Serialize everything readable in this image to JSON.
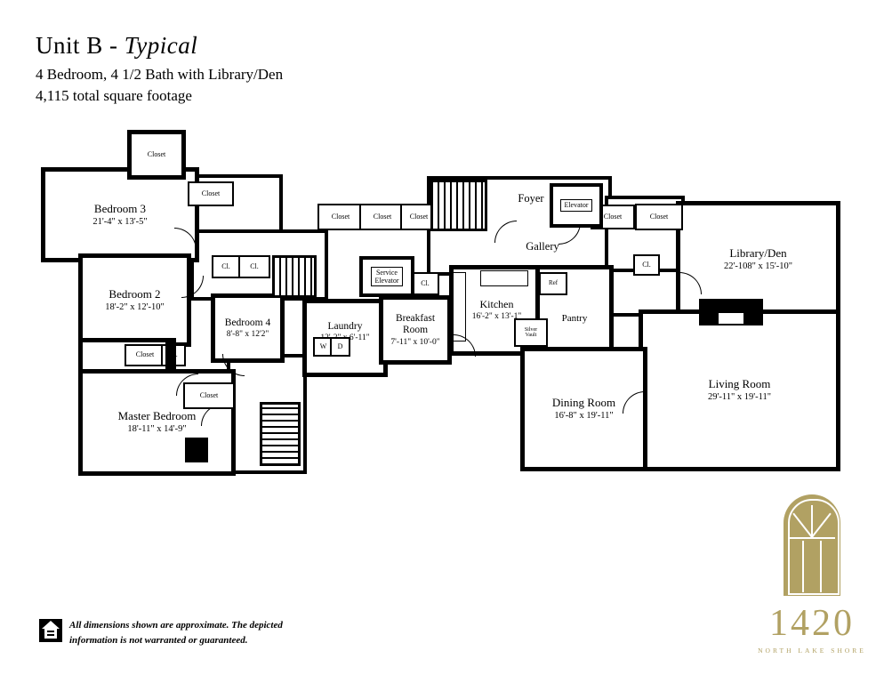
{
  "header": {
    "title_prefix": "Unit B - ",
    "title_italic": "Typical",
    "subtitle": "4  Bedroom, 4 1/2 Bath with Library/Den",
    "sqft": "4,115 total square footage"
  },
  "rooms": {
    "bedroom3": {
      "name": "Bedroom 3",
      "dims": "21'-4\" x 13'-5\""
    },
    "bedroom2": {
      "name": "Bedroom 2",
      "dims": "18'-2\" x 12'-10\""
    },
    "master": {
      "name": "Master Bedroom",
      "dims": "18'-11\" x 14'-9\""
    },
    "bedroom4": {
      "name": "Bedroom 4",
      "dims": "8'-8\" x 12'2\""
    },
    "laundry": {
      "name": "Laundry",
      "dims": "12'-2\" x 6'-11\""
    },
    "breakfast": {
      "name": "Breakfast Room",
      "dims": "7'-11\" x 10'-0\""
    },
    "kitchen": {
      "name": "Kitchen",
      "dims": "16'-2\" x 13'-1\""
    },
    "pantry": {
      "name": "Pantry"
    },
    "foyer": {
      "name": "Foyer"
    },
    "gallery": {
      "name": "Gallery"
    },
    "library": {
      "name": "Library/Den",
      "dims": "22'-108\" x 15'-10\""
    },
    "dining": {
      "name": "Dining Room",
      "dims": "16'-8\" x 19'-11\""
    },
    "living": {
      "name": "Living Room",
      "dims": "29'-11\" x 19'-11\""
    }
  },
  "small_labels": {
    "closet": "Closet",
    "cl": "Cl.",
    "elevator": "Elevator",
    "service_elevator": "Service\nElevator",
    "ref": "Ref",
    "silver_vault": "Silver\nVault",
    "washer": "W",
    "dryer": "D"
  },
  "footer": {
    "disclaimer1": "All dimensions shown are approximate. The depicted",
    "disclaimer2": "information is not warranted or guaranteed."
  },
  "logo": {
    "number": "1420",
    "name": "NORTH LAKE SHORE",
    "color": "#b1a163"
  }
}
